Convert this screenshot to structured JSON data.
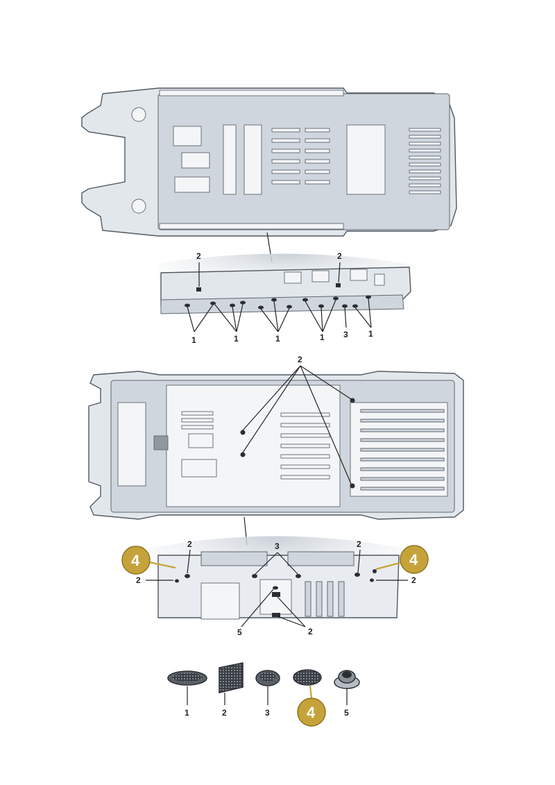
{
  "callouts": {
    "one": "1",
    "two": "2",
    "three": "3",
    "four": "4",
    "five": "5"
  },
  "colors": {
    "body_fill": "#e2e7ec",
    "outline": "#505860",
    "highlight": "#c6a33a"
  },
  "parts": [
    {
      "callout": "1",
      "icon": "oval-grommet-icon"
    },
    {
      "callout": "2",
      "icon": "square-pad-icon"
    },
    {
      "callout": "3",
      "icon": "round-plug-icon"
    },
    {
      "callout": "4",
      "icon": "round-mesh-plug-icon"
    },
    {
      "callout": "5",
      "icon": "flanged-grommet-icon"
    }
  ]
}
